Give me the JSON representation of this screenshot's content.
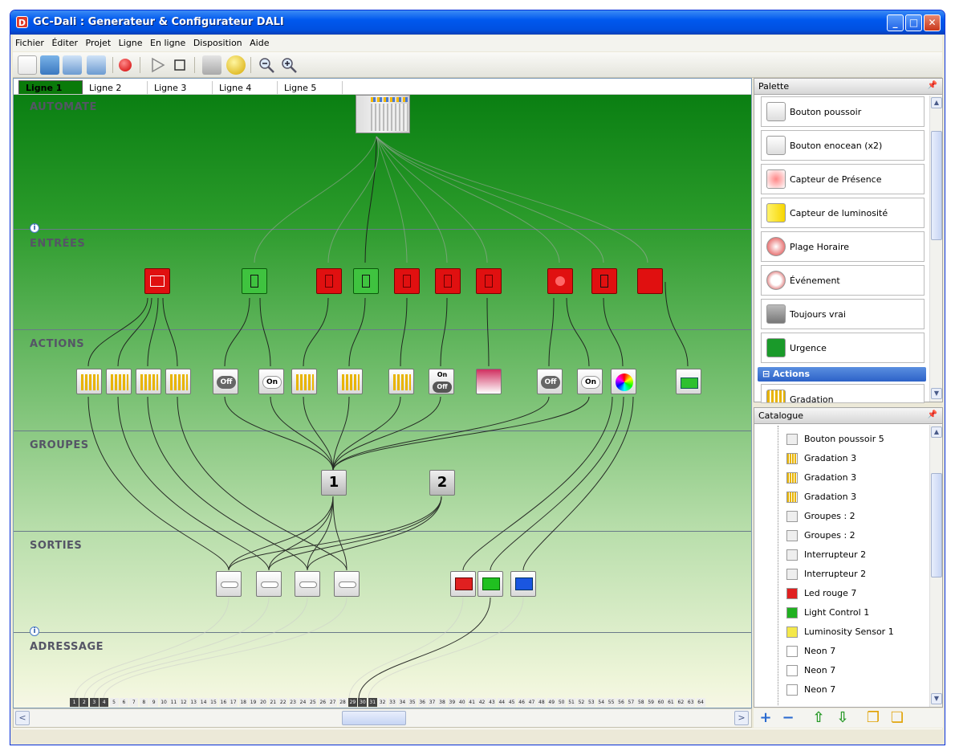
{
  "window": {
    "title": "GC-Dali : Generateur & Configurateur DALI",
    "app_icon": "D"
  },
  "menu": [
    "Fichier",
    "Éditer",
    "Projet",
    "Ligne",
    "En ligne",
    "Disposition",
    "Aide"
  ],
  "tabs": [
    "Ligne 1",
    "Ligne 2",
    "Ligne 3",
    "Ligne 4",
    "Ligne 5"
  ],
  "zones": [
    "AUTOMATE",
    "ENTRÉES",
    "ACTIONS",
    "GROUPES",
    "SORTIES",
    "ADRESSAGE"
  ],
  "actions_labels": {
    "off": "Off",
    "on": "On",
    "onoff_on": "On",
    "onoff_off": "Off"
  },
  "groups": [
    "1",
    "2"
  ],
  "address_numbers": [
    "1",
    "2",
    "3",
    "4",
    "5",
    "6",
    "7",
    "8",
    "9",
    "10",
    "11",
    "12",
    "13",
    "14",
    "15",
    "16",
    "17",
    "18",
    "19",
    "20",
    "21",
    "22",
    "23",
    "24",
    "25",
    "26",
    "27",
    "28",
    "29",
    "30",
    "31",
    "32",
    "33",
    "34",
    "35",
    "36",
    "37",
    "38",
    "39",
    "40",
    "41",
    "42",
    "43",
    "44",
    "45",
    "46",
    "47",
    "48",
    "49",
    "50",
    "51",
    "52",
    "53",
    "54",
    "55",
    "56",
    "57",
    "58",
    "59",
    "60",
    "61",
    "62",
    "63",
    "64"
  ],
  "palette": {
    "title": "Palette",
    "items": [
      "Bouton poussoir",
      "Bouton enocean (x2)",
      "Capteur de Présence",
      "Capteur de luminosité",
      "Plage Horaire",
      "Événement",
      "Toujours vrai",
      "Urgence"
    ],
    "group": "Actions",
    "group_items": [
      "Gradation"
    ]
  },
  "catalogue": {
    "title": "Catalogue",
    "items": [
      "Bouton poussoir 5",
      "Gradation 3",
      "Gradation 3",
      "Gradation 3",
      "Groupes : 2",
      "Groupes : 2",
      "Interrupteur 2",
      "Interrupteur 2",
      "Led rouge 7",
      "Light Control 1",
      "Luminosity Sensor 1",
      "Neon 7",
      "Neon 7",
      "Neon 7"
    ]
  },
  "colors": {
    "red_node": "#e01010",
    "green_node": "#3fc33f",
    "led_red": "#e02020",
    "led_green": "#20c020",
    "led_blue": "#1a56e0"
  }
}
